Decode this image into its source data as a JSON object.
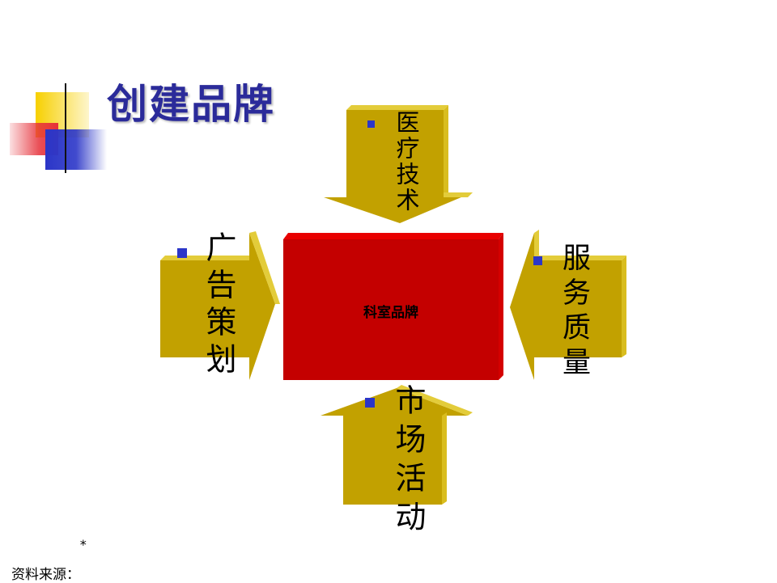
{
  "title": "创建品牌",
  "center_label": "科室品牌",
  "arrows": {
    "top": "医疗技术",
    "left": "广告策划",
    "right": "服务质量",
    "bottom": "市场活动"
  },
  "footer": {
    "marker": "*",
    "source": "资料来源："
  },
  "colors": {
    "title": "#2b2b9a",
    "arrow_fill": "#c2a100",
    "arrow_side": "#e3cc3a",
    "center_box": "#c40000",
    "center_box_side": "#e80000",
    "bullet": "#2b36c8",
    "logo_yellow": "#f7d000",
    "logo_blue": "#2b36c8",
    "logo_red": "#e6313a"
  }
}
